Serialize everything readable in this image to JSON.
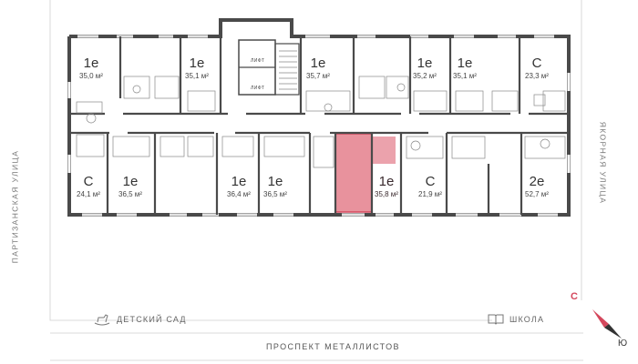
{
  "colors": {
    "wall": "#4a4a4a",
    "highlight_fill": "#e8929d",
    "highlight_stroke": "#d4475c",
    "compass_north": "#d4475c",
    "compass_south": "#333333"
  },
  "icons": {
    "kindergarten": "rocking-horse-icon",
    "school": "book-icon",
    "compass": "compass-icon"
  },
  "streets": {
    "left": "ПАРТИЗАНСКАЯ УЛИЦА",
    "right": "ЯКОРНАЯ УЛИЦА",
    "bottom": "ПРОСПЕКТ МЕТАЛЛИСТОВ"
  },
  "poi": {
    "kindergarten": "ДЕТСКИЙ САД",
    "school": "ШКОЛА"
  },
  "compass": {
    "north": "С",
    "south": "Ю"
  },
  "lift_label": "ЛИФТ",
  "units": [
    {
      "type": "1e",
      "area": "35,0 м²",
      "selected": false
    },
    {
      "type": "1e",
      "area": "35,1 м²",
      "selected": false
    },
    {
      "type": "1e",
      "area": "35,7 м²",
      "selected": false
    },
    {
      "type": "1e",
      "area": "35,2 м²",
      "selected": false
    },
    {
      "type": "1e",
      "area": "35,1 м²",
      "selected": false
    },
    {
      "type": "С",
      "area": "23,3 м²",
      "selected": false
    },
    {
      "type": "С",
      "area": "24,1 м²",
      "selected": false
    },
    {
      "type": "1e",
      "area": "36,5 м²",
      "selected": false
    },
    {
      "type": "1e",
      "area": "36,4 м²",
      "selected": false
    },
    {
      "type": "1e",
      "area": "36,5 м²",
      "selected": false
    },
    {
      "type": "1e",
      "area": "35,8 м²",
      "selected": true
    },
    {
      "type": "С",
      "area": "21,9 м²",
      "selected": false
    },
    {
      "type": "2e",
      "area": "52,7 м²",
      "selected": false
    }
  ]
}
